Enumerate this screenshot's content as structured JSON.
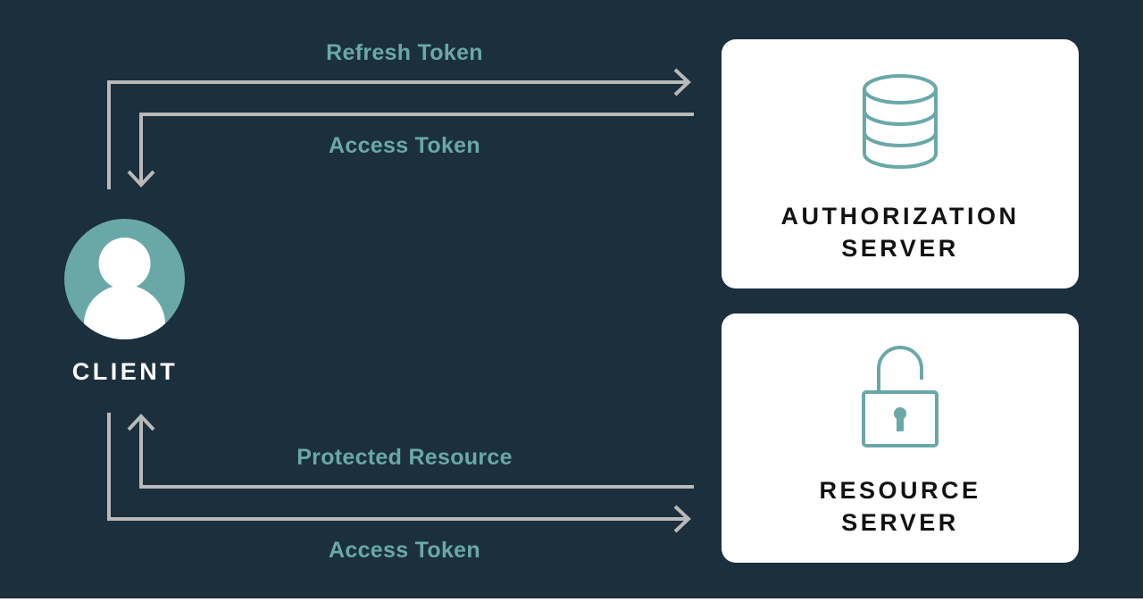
{
  "colors": {
    "background": "#1b2f3d",
    "arrow": "#b9b9b9",
    "accent": "#6aa8a8",
    "card": "#ffffff",
    "card_text": "#111111",
    "client_text": "#ffffff"
  },
  "client": {
    "label": "CLIENT",
    "icon": "user-avatar-icon"
  },
  "authorization_server": {
    "title_line1": "AUTHORIZATION",
    "title_line2": "SERVER",
    "icon": "database-icon"
  },
  "resource_server": {
    "title_line1": "RESOURCE",
    "title_line2": "SERVER",
    "icon": "padlock-icon"
  },
  "flows": {
    "refresh_token": "Refresh Token",
    "access_token_returned": "Access Token",
    "protected_resource": "Protected Resource",
    "access_token_sent": "Access Token"
  }
}
